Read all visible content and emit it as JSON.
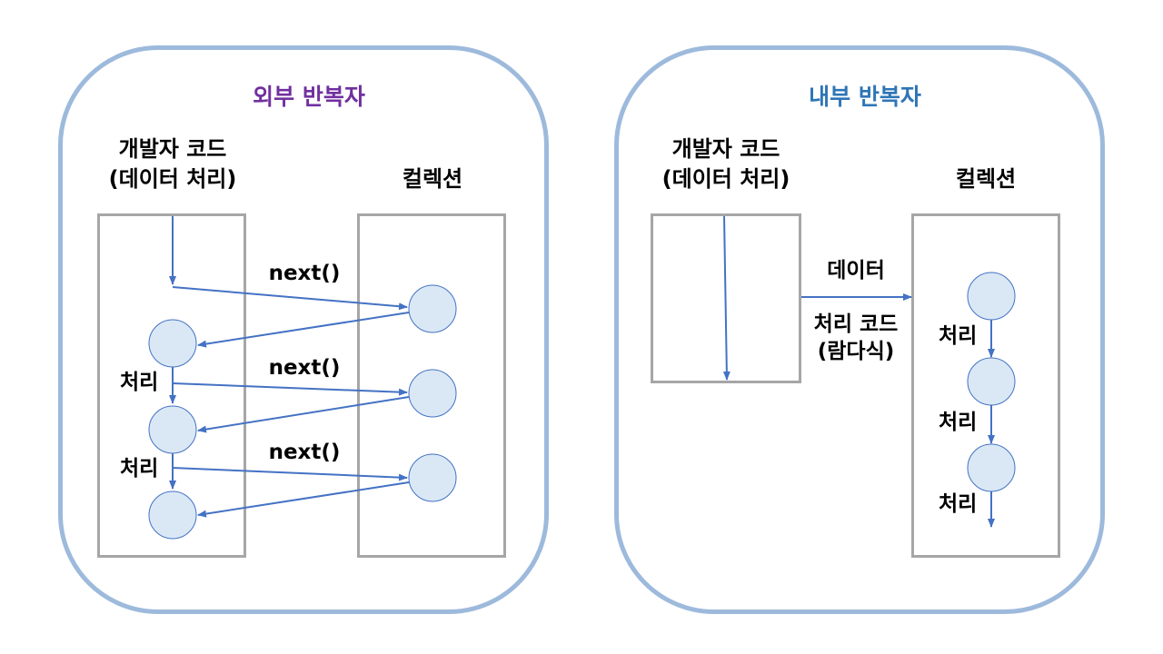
{
  "left": {
    "title": "외부 반복자",
    "dev_label_line1": "개발자 코드",
    "dev_label_line2": "(데이터 처리)",
    "collection_label": "컬렉션",
    "next_labels": [
      "next()",
      "next()",
      "next()"
    ],
    "process_labels": [
      "처리",
      "처리"
    ]
  },
  "right": {
    "title": "내부 반복자",
    "dev_label_line1": "개발자 코드",
    "dev_label_line2": "(데이터 처리)",
    "collection_label": "컬렉션",
    "data_label": "데이터",
    "process_code_line1": "처리 코드",
    "process_code_line2": "(람다식)",
    "process_labels": [
      "처리",
      "처리",
      "처리"
    ]
  },
  "colors": {
    "left_title": "#7030a0",
    "right_title": "#2e75b6",
    "panel_border": "#9dbadc",
    "box_border": "#a6a6a6",
    "arrow": "#4472c4",
    "node_fill": "#dae8f6"
  }
}
